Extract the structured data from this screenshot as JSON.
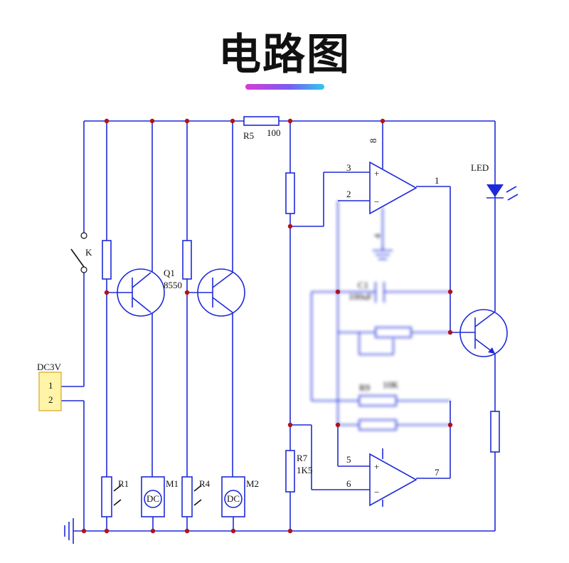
{
  "title": "电路图",
  "accent": {
    "from": "#d93bd8",
    "to": "#2ec9ee"
  },
  "colors": {
    "wire": "#1e2ad9",
    "junction": "#b0131c",
    "connector": "#fff4a8",
    "connector_border": "#d8a520"
  },
  "labels": {
    "r5": "R5",
    "r5_val": "100",
    "switch": "K",
    "q1": "Q1",
    "q1_type": "8550",
    "power": "DC3V",
    "pin1": "1",
    "pin2": "2",
    "r1": "R1",
    "m1": "M1",
    "r4": "R4",
    "m2": "M2",
    "motor1": "DC",
    "motor2": "DC",
    "r7": "R7",
    "r7_val": "1K5",
    "led": "LED",
    "pin8": "8",
    "pin3": "3",
    "pin2b": "2",
    "pin1b": "1",
    "pin4": "4",
    "pin5": "5",
    "pin6": "6",
    "pin7": "7",
    "plus1": "+",
    "minus1": "−",
    "plus2": "+",
    "minus2": "−",
    "c1": "C1",
    "c1_val": "100uF",
    "r9": "R9",
    "r9_val": "10K"
  }
}
